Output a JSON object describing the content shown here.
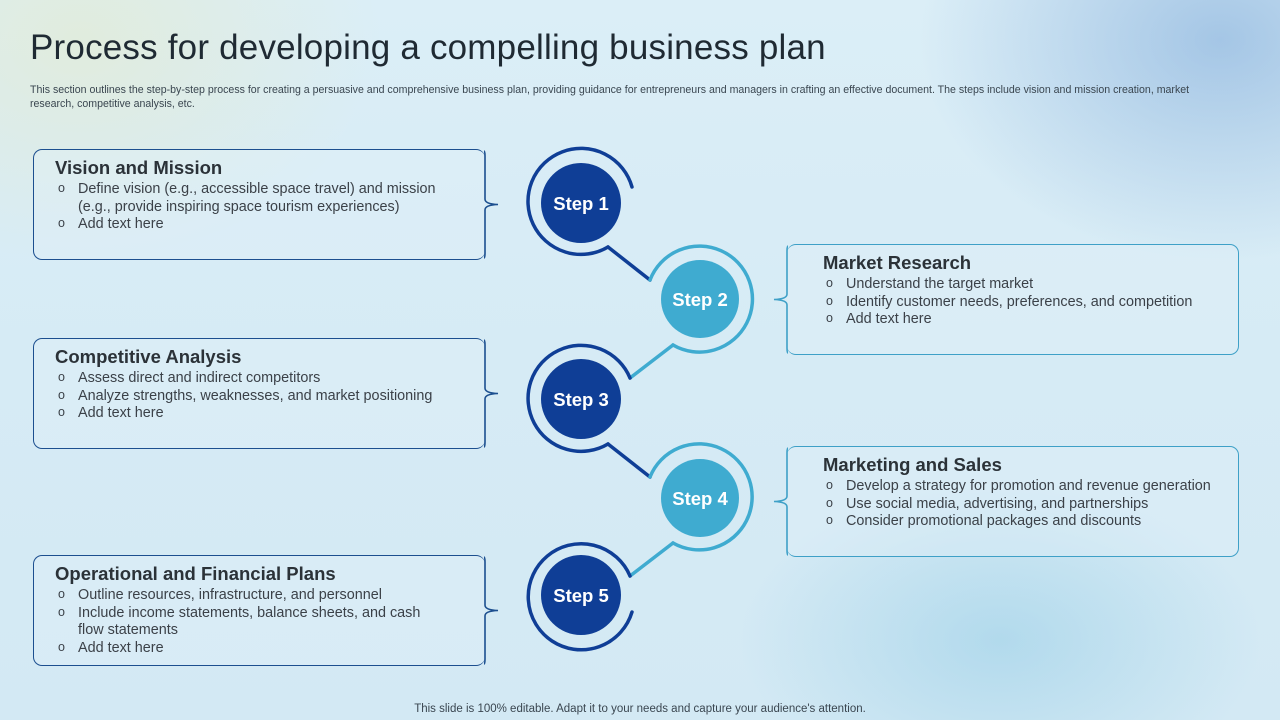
{
  "title": "Process for developing a compelling business plan",
  "subtitle": "This section outlines the step-by-step process for creating a persuasive and comprehensive business plan, providing guidance for entrepreneurs and managers in crafting an effective document. The steps include vision and mission creation, market research, competitive analysis, etc.",
  "footer": "This slide is 100% editable. Adapt it to your needs and capture your audience's attention.",
  "colors": {
    "dark_blue": "#0f3e96",
    "light_blue": "#3fabd0",
    "title_text": "#1f2a33"
  },
  "steps": [
    {
      "label": "Step 1",
      "heading": "Vision and Mission",
      "items": [
        "Define vision (e.g., accessible space travel) and mission (e.g., provide inspiring space tourism experiences)",
        "Add text here"
      ]
    },
    {
      "label": "Step 2",
      "heading": "Market Research",
      "items": [
        "Understand the target market",
        "Identify customer needs, preferences, and competition",
        "Add text here"
      ]
    },
    {
      "label": "Step 3",
      "heading": "Competitive Analysis",
      "items": [
        "Assess direct and indirect competitors",
        "Analyze strengths, weaknesses, and market positioning",
        "Add text here"
      ]
    },
    {
      "label": "Step 4",
      "heading": "Marketing and Sales",
      "items": [
        "Develop a strategy for promotion and revenue generation",
        "Use social media, advertising, and partnerships",
        "Consider promotional packages and discounts"
      ]
    },
    {
      "label": "Step 5",
      "heading": "Operational and Financial Plans",
      "items": [
        "Outline resources, infrastructure, and personnel",
        "Include income statements, balance sheets, and cash flow statements",
        "Add text here"
      ]
    }
  ]
}
